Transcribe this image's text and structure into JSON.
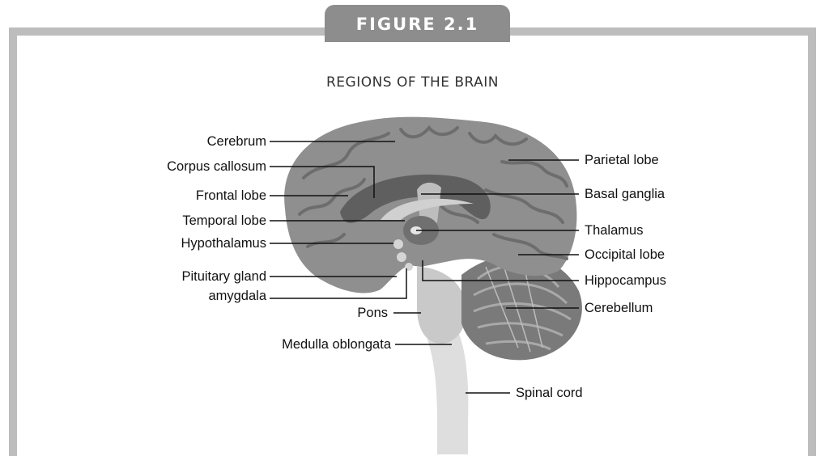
{
  "figure": {
    "badge": "FIGURE 2.1",
    "title": "REGIONS OF THE BRAIN"
  },
  "labels": {
    "cerebrum": "Cerebrum",
    "corpus_callosum": "Corpus callosum",
    "frontal_lobe": "Frontal lobe",
    "temporal_lobe": "Temporal lobe",
    "hypothalamus": "Hypothalamus",
    "pituitary_gland": "Pituitary gland",
    "amygdala": "amygdala",
    "pons": "Pons",
    "medulla_oblongata": "Medulla oblongata",
    "parietal_lobe": "Parietal lobe",
    "basal_ganglia": "Basal ganglia",
    "thalamus": "Thalamus",
    "occipital_lobe": "Occipital lobe",
    "hippocampus": "Hippocampus",
    "cerebellum": "Cerebellum",
    "spinal_cord": "Spinal cord"
  }
}
